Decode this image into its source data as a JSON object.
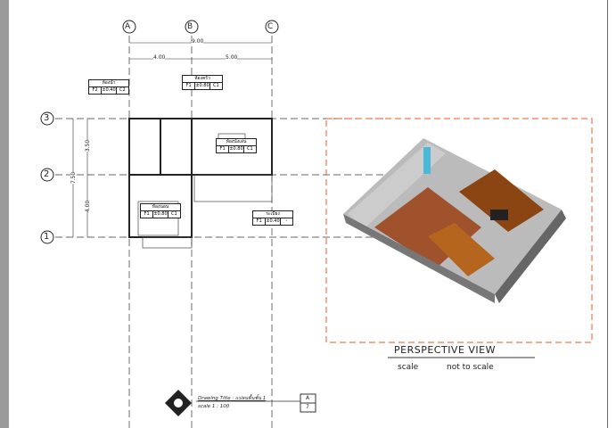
{
  "grid": {
    "cols": [
      "A",
      "B",
      "C"
    ],
    "rows": [
      "3",
      "2",
      "1"
    ]
  },
  "dims": {
    "total_x": "9.00",
    "x1": "4.00",
    "x2": "5.00",
    "total_y": "7.50",
    "y1": "3.50",
    "y2": "4.00"
  },
  "tags": [
    {
      "name": "ห้องน้ำ",
      "f": "F2",
      "lvl": "±0.40",
      "c": "C2"
    },
    {
      "name": "ห้องครัว",
      "f": "F1",
      "lvl": "±0.80",
      "c": "C1"
    },
    {
      "name": "ห้องนั่งเล่น",
      "f": "F1",
      "lvl": "±0.80",
      "c": "C1"
    },
    {
      "name": "ห้องนอน",
      "f": "F1",
      "lvl": "±0.80",
      "c": "C1"
    },
    {
      "name": "ระเบียง",
      "f": "F1",
      "lvl": "±0.40",
      "c": "-"
    }
  ],
  "perspective": {
    "title": "PERSPECTIVE VIEW",
    "scale_label": "scale",
    "scale_value": "not to scale",
    "frame_color": "#f07850"
  },
  "drawing_title": {
    "label": "Drawing Title  :  แปลนพื้นชั้น 1",
    "scale": "scale  1 : 100",
    "sheet": "A",
    "number": "7"
  }
}
